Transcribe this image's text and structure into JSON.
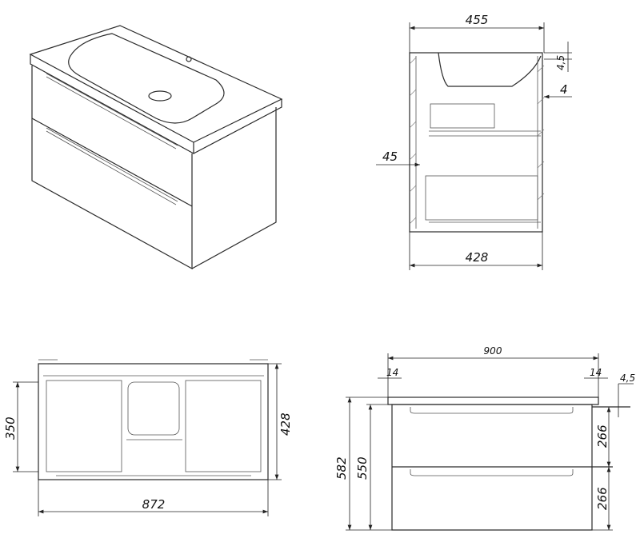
{
  "views": {
    "side": {
      "width_total": "455",
      "top_thickness": "4,5",
      "overhang": "4",
      "back_gap": "45",
      "depth_cabinet": "428"
    },
    "front_back": {
      "inner_height": "350",
      "height": "428",
      "width": "872"
    },
    "front": {
      "top_width": "900",
      "left_overhang": "14",
      "right_overhang": "14",
      "top_thickness": "4,5",
      "total_height": "582",
      "cabinet_height": "550",
      "drawer_top_height": "266",
      "drawer_bottom_height": "266"
    }
  }
}
